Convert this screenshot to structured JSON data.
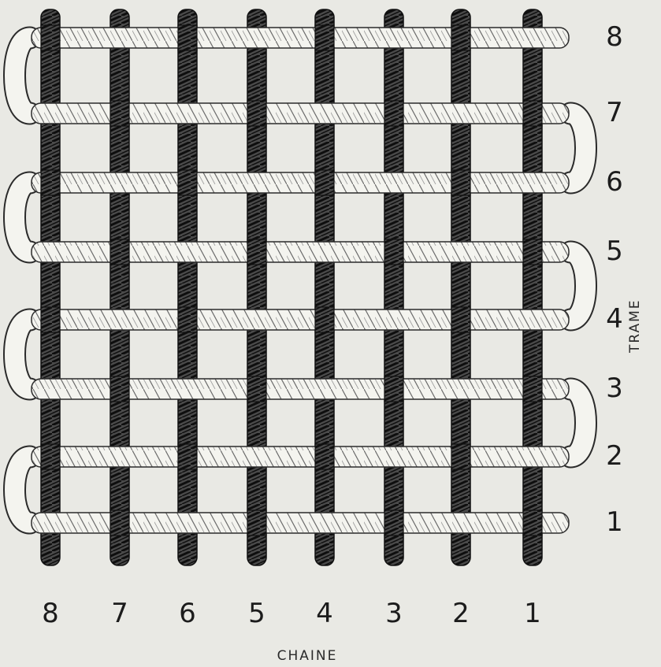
{
  "warp_labels": [
    "8",
    "7",
    "6",
    "5",
    "4",
    "3",
    "2",
    "1"
  ],
  "weft_labels": [
    "8",
    "7",
    "6",
    "5",
    "4",
    "3",
    "2",
    "1"
  ],
  "warp_axis_label": "CHAINE",
  "weft_axis_label": "TRAME",
  "colors": {
    "background": "#e9e9e4",
    "warp_rope": "#3a3a3a",
    "warp_twist": "#111111",
    "weft_rope": "#f4f4ef",
    "weft_outline": "#2b2b2b",
    "weft_twist": "#555555",
    "text": "#1c1c1c"
  }
}
